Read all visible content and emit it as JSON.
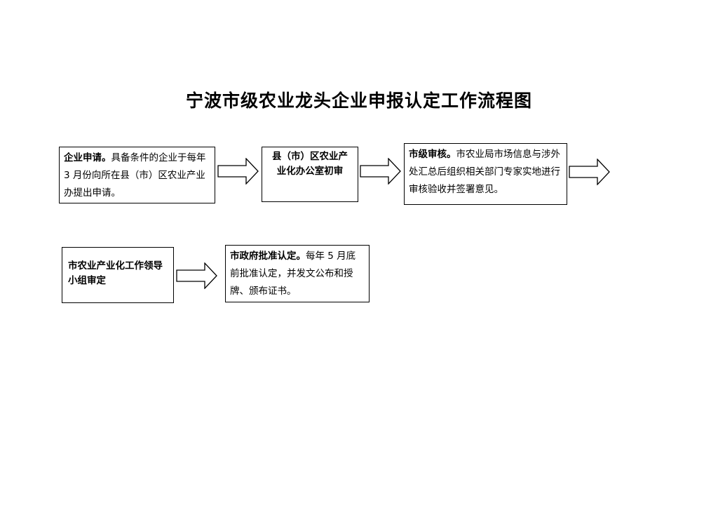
{
  "title": "宁波市级农业龙头企业申报认定工作流程图",
  "steps": [
    {
      "id": "enterprise-application",
      "label": "企业申请。",
      "text": "具备条件的企业于每年 3 月份向所在县（市）区农业产业办提出申请。"
    },
    {
      "id": "county-review",
      "label": "县（市）区农业产业化办公室初审",
      "text": ""
    },
    {
      "id": "city-review",
      "label": "市级审核。",
      "text": "市农业局市场信息与涉外处汇总后组织相关部门专家实地进行审核验收并签署意见。"
    },
    {
      "id": "leadership-approval",
      "label": "市农业产业化工作领导小组审定",
      "text": ""
    },
    {
      "id": "government-approval",
      "label": "市政府批准认定。",
      "text": "每年 5 月底前批准认定，并发文公布和授牌、颁布证书。"
    }
  ],
  "colors": {
    "line": "#000000",
    "background": "#ffffff"
  }
}
